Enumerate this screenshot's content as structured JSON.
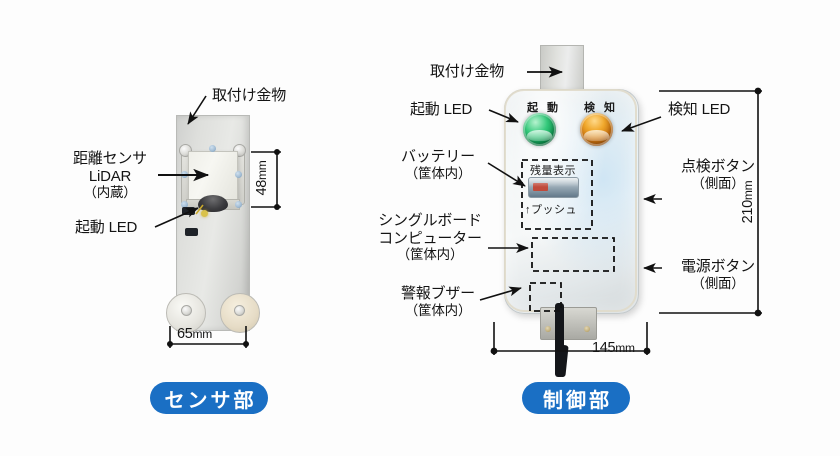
{
  "figure": {
    "background_color": "#fdfdfd",
    "badge_color": "#1a6fc4",
    "text_color": "#141414"
  },
  "sensor_unit": {
    "badge_label": "センサ部",
    "labels": {
      "mounting_bracket": "取付け金物",
      "distance_sensor_line1": "距離センサ",
      "distance_sensor_line2": "LiDAR",
      "distance_sensor_line3": "（内蔵）",
      "startup_led": "起動 LED"
    },
    "dimensions": {
      "height": "48",
      "height_unit": "mm",
      "width": "65",
      "width_unit": "mm"
    }
  },
  "control_unit": {
    "badge_label": "制御部",
    "labels": {
      "mounting_bracket": "取付け金物",
      "startup_led": "起動 LED",
      "battery_line1": "バッテリー",
      "battery_line2": "（筐体内）",
      "sbc_line1": "シングルボード",
      "sbc_line2": "コンピューター",
      "sbc_line3": "（筐体内）",
      "buzzer_line1": "警報ブザー",
      "buzzer_line2": "（筐体内）",
      "detect_led": "検知 LED",
      "inspection_button_line1": "点検ボタン",
      "inspection_button_line2": "（側面）",
      "power_button_line1": "電源ボタン",
      "power_button_line2": "（側面）"
    },
    "panel": {
      "led_startup_caption": "起 動",
      "led_detect_caption": "検 知",
      "led_startup_color": "#1fae65",
      "led_detect_color": "#e09a22",
      "battery_title": "残量表示",
      "battery_push": "↑プッシュ"
    },
    "dimensions": {
      "height": "210",
      "height_unit": "mm",
      "width": "145",
      "width_unit": "mm"
    }
  }
}
